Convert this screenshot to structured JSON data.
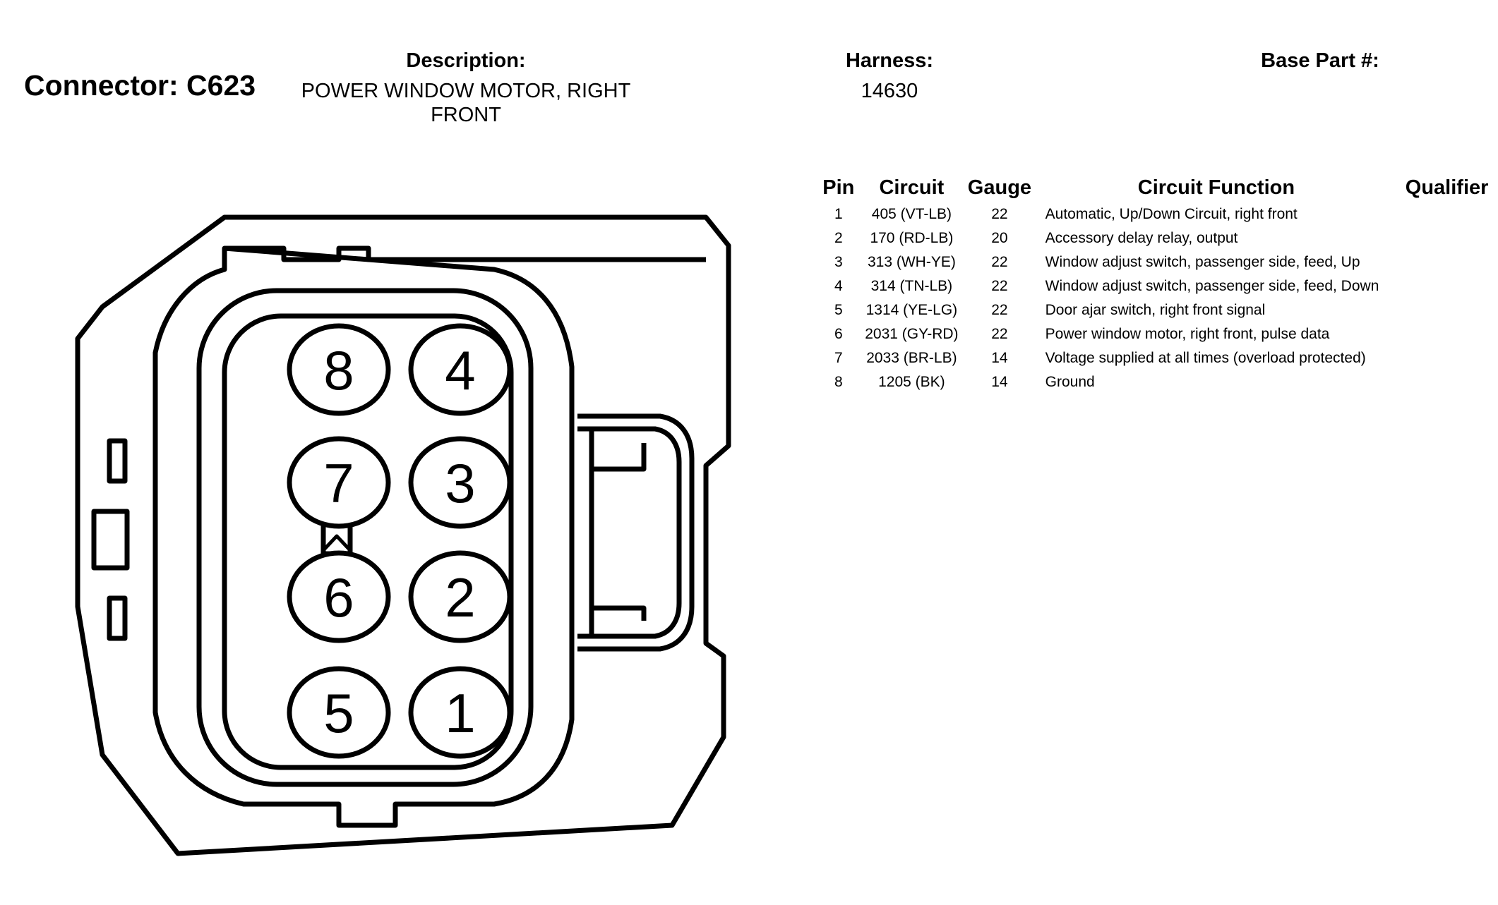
{
  "connector": {
    "title": "Connector: C623"
  },
  "description": {
    "label": "Description:",
    "value": "POWER WINDOW MOTOR, RIGHT FRONT"
  },
  "harness": {
    "label": "Harness:",
    "value": "14630"
  },
  "base_part": {
    "label": "Base Part #:"
  },
  "diagram": {
    "pin_labels": [
      "1",
      "2",
      "3",
      "4",
      "5",
      "6",
      "7",
      "8"
    ]
  },
  "table": {
    "headers": {
      "pin": "Pin",
      "circuit": "Circuit",
      "gauge": "Gauge",
      "function": "Circuit Function",
      "qualifier": "Qualifier"
    },
    "rows": [
      {
        "pin": "1",
        "circuit": "405 (VT-LB)",
        "gauge": "22",
        "function": "Automatic, Up/Down Circuit, right front"
      },
      {
        "pin": "2",
        "circuit": "170 (RD-LB)",
        "gauge": "20",
        "function": "Accessory delay relay, output"
      },
      {
        "pin": "3",
        "circuit": "313 (WH-YE)",
        "gauge": "22",
        "function": "Window adjust switch, passenger side, feed, Up"
      },
      {
        "pin": "4",
        "circuit": "314 (TN-LB)",
        "gauge": "22",
        "function": "Window adjust switch, passenger side, feed, Down"
      },
      {
        "pin": "5",
        "circuit": "1314 (YE-LG)",
        "gauge": "22",
        "function": "Door ajar switch, right front signal"
      },
      {
        "pin": "6",
        "circuit": "2031 (GY-RD)",
        "gauge": "22",
        "function": "Power window motor, right front, pulse data"
      },
      {
        "pin": "7",
        "circuit": "2033 (BR-LB)",
        "gauge": "14",
        "function": "Voltage supplied at all times (overload protected)"
      },
      {
        "pin": "8",
        "circuit": "1205 (BK)",
        "gauge": "14",
        "function": "Ground"
      }
    ]
  }
}
